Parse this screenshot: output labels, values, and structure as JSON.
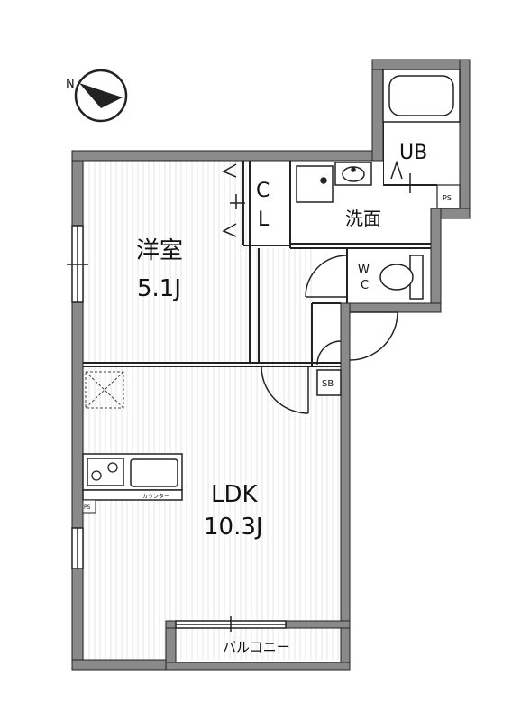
{
  "compass": {
    "label": "N"
  },
  "rooms": {
    "western_room": {
      "name": "洋室",
      "size": "5.1J"
    },
    "ldk": {
      "name": "LDK",
      "size": "10.3J"
    },
    "unit_bath": {
      "name": "UB"
    },
    "washroom": {
      "name": "洗面"
    },
    "closet": {
      "line1": "C",
      "line2": "L"
    },
    "toilet": {
      "line1": "W",
      "line2": "C"
    }
  },
  "fixtures": {
    "shoe_box": "SB",
    "pipe_space_bath": "PS",
    "pipe_space_kitchen": "PS",
    "counter": "カウンター"
  },
  "balcony": {
    "label": "バルコニー"
  },
  "colors": {
    "wall": "#8a8a8a",
    "line": "#222222",
    "floor_stripe": "#e6e6e6"
  }
}
